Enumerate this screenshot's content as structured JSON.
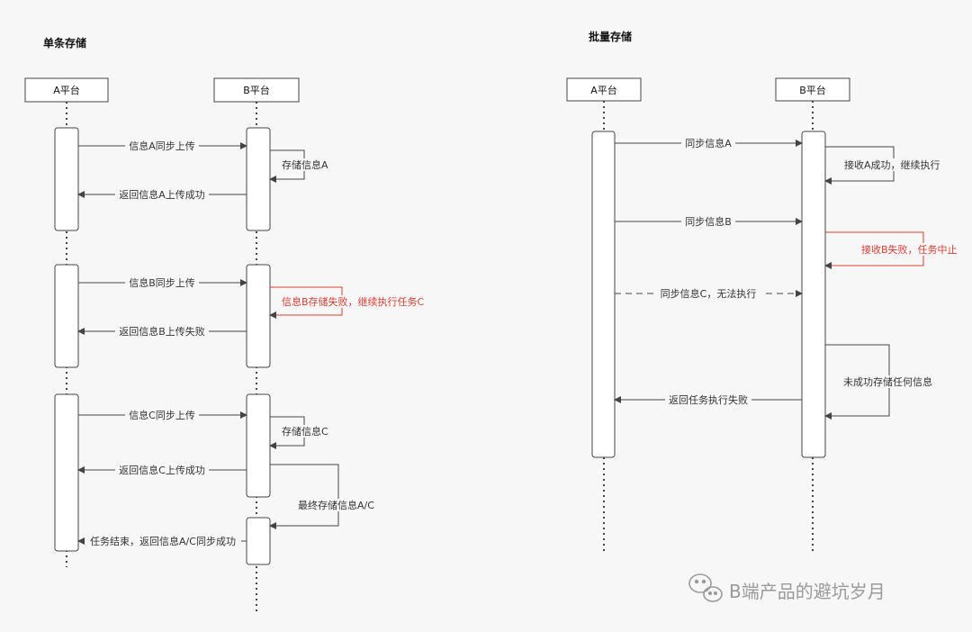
{
  "left": {
    "title": "单条存储",
    "actor_a": "A平台",
    "actor_b": "B平台",
    "msg1": "信息A同步上传",
    "self1": "存储信息A",
    "ret1": "返回信息A上传成功",
    "msg2": "信息B同步上传",
    "self2": "信息B存储失败，继续执行任务C",
    "ret2": "返回信息B上传失败",
    "msg3": "信息C同步上传",
    "self3": "存储信息C",
    "ret3": "返回信息C上传成功",
    "self4": "最终存储信息A/C",
    "ret4": "任务结束，返回信息A/C同步成功"
  },
  "right": {
    "title": "批量存储",
    "actor_a": "A平台",
    "actor_b": "B平台",
    "msg1": "同步信息A",
    "self1": "接收A成功，继续执行",
    "msg2": "同步信息B",
    "self2": "接收B失败，任务中止",
    "msg3": "同步信息C，无法执行",
    "self3": "未成功存储任何信息",
    "ret1": "返回任务执行失败"
  },
  "watermark": {
    "text": "B端产品的避坑岁月"
  },
  "colors": {
    "line": "#555555",
    "error": "#e03c31",
    "box_fill": "#ffffff",
    "background": "#f7f7f7"
  }
}
